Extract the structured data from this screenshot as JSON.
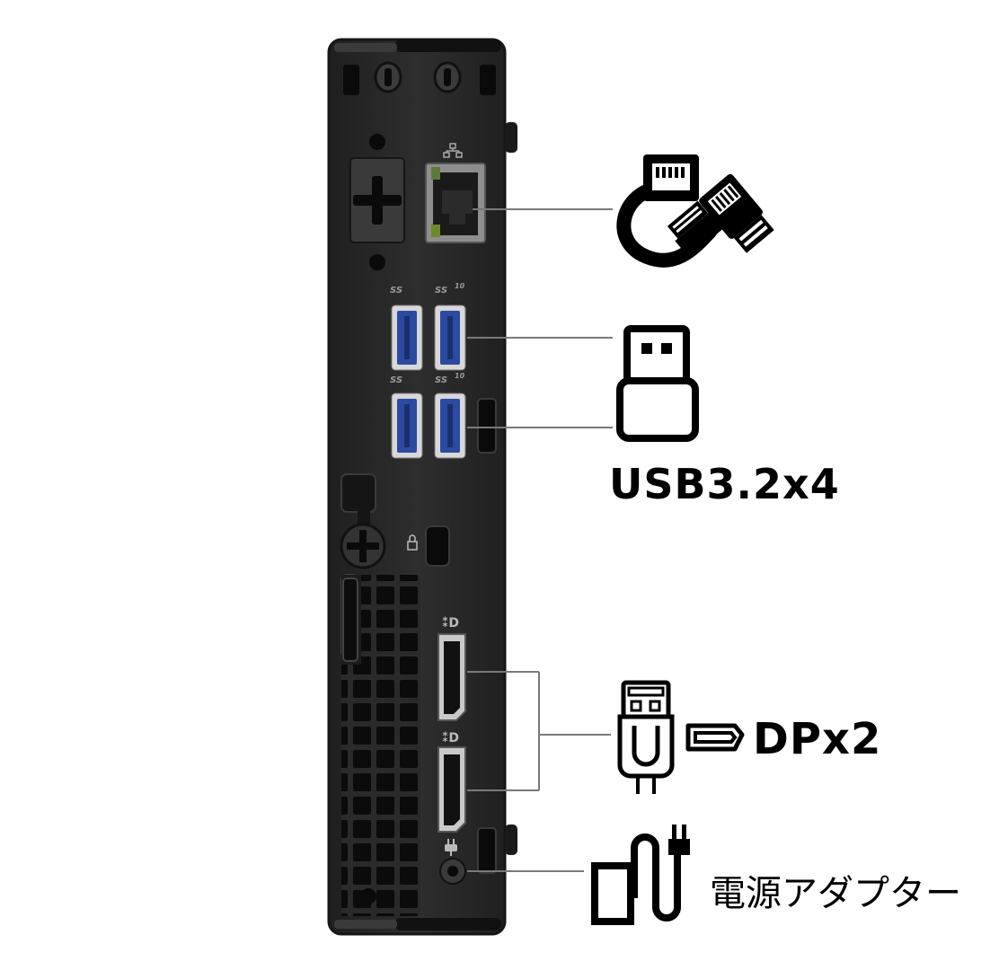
{
  "labels": {
    "usb": "USB3.2x4",
    "dp": "DPx2",
    "power": "電源アダプター"
  },
  "port_tags": {
    "usb_top_left": "SS",
    "usb_top_right": "SS",
    "usb_bottom_left": "SS",
    "usb_bottom_right": "SS",
    "usb_top_right_speed": "10",
    "usb_bottom_right_speed": "10"
  },
  "colors": {
    "chassis": "#2b2b2b",
    "chassis_edge": "#1c1c1c",
    "usb_blue": "#2c4aa0",
    "leader_line": "#7a7a7a",
    "icon": "#000000"
  },
  "icons": {
    "ethernet": "ethernet-cable-icon",
    "usb": "usb-plug-icon",
    "displayport_cable": "displayport-cable-icon",
    "displayport_port": "displayport-port-icon",
    "power": "power-adapter-icon"
  }
}
